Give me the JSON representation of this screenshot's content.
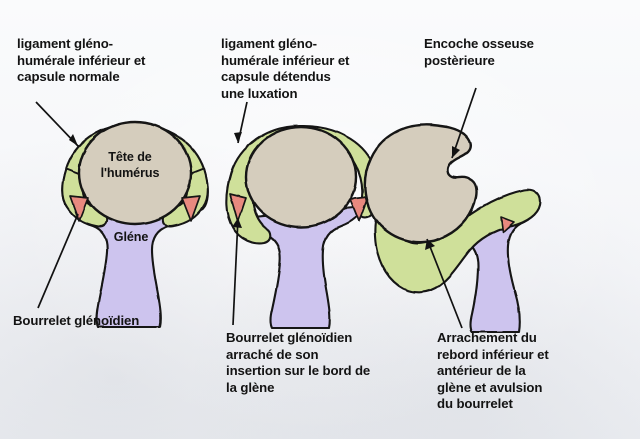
{
  "figure": {
    "kind": "hand-drawn-medical-illustration",
    "subject": "Luxation de l'épaule - lésions capsulo-labrales et osseuses",
    "language": "fr",
    "background_color": "#f6f7f9",
    "ink_color": "#121212",
    "palette": {
      "humeral_head": "#d5cdbd",
      "capsule_green": "#cfe09a",
      "labrum_pink": "#e8897f",
      "glenoid_purple": "#cdc4ee",
      "outline": "#121212",
      "paper": "#f6f7f9"
    },
    "panels": [
      {
        "id": "panel-normal",
        "order": 1,
        "caption_top": "ligament gléno-humérale inférieur et capsule normale",
        "caption_bottom": "Bourrelet glénoïdien",
        "inner_labels": [
          "Tête de l'humérus",
          "Gléne"
        ],
        "state": "normal"
      },
      {
        "id": "panel-luxation",
        "order": 2,
        "caption_top": "ligament gléno-humérale inférieur et capsule détendus une luxation",
        "caption_bottom": "Bourrelet glénoïdien arraché de son insertion sur le bord de la glène",
        "inner_labels": [],
        "state": "luxation-bankart"
      },
      {
        "id": "panel-encoche",
        "order": 3,
        "caption_top": "Encoche osseuse postèrieure",
        "caption_bottom": "Arrachement du rebord inférieur et antérieur de la glène et avulsion du bourrelet",
        "inner_labels": [],
        "state": "hill-sachs-et-fracture-glene"
      }
    ]
  },
  "labels": {
    "ligament_normal": "ligament gléno-\nhumérale inférieur et\ncapsule normale",
    "ligament_luxation": "ligament gléno-\nhumérale inférieur et\ncapsule détendus\nune luxation",
    "encoche": "Encoche osseuse\npostèrieure",
    "bourrelet_glenoidien": "Bourrelet glénoïdien",
    "bourrelet_arrache": "Bourrelet glénoïdien\narraché de son\ninsertion sur le bord de\nla glène",
    "arrachement_rebord": "Arrachement du\nrebord inférieur et\nantérieur de la\nglène et avulsion\ndu bourrelet",
    "tete_humerus": "Tête de\nl'humérus",
    "glene": "Gléne"
  }
}
